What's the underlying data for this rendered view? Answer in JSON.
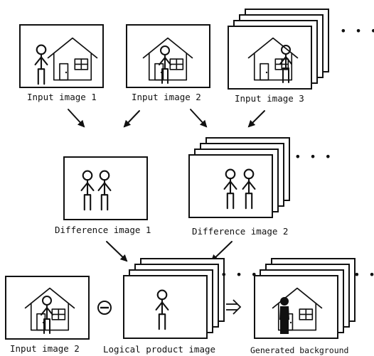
{
  "labels": {
    "input1": "Input image 1",
    "input2": "Input image 2",
    "input3": "Input image 3",
    "diff1": "Difference image 1",
    "diff2": "Difference image 2",
    "input2_bottom": "Input image 2",
    "logical": "Logical product image",
    "generated": "Generated background"
  },
  "symbols": {
    "ellipsis": "• • •",
    "minus": "⊖",
    "implies": "⇒"
  },
  "icons": [
    "person-icon",
    "house-icon",
    "arrow-icon"
  ],
  "colors": {
    "ink": "#111111",
    "background": "#ffffff"
  }
}
